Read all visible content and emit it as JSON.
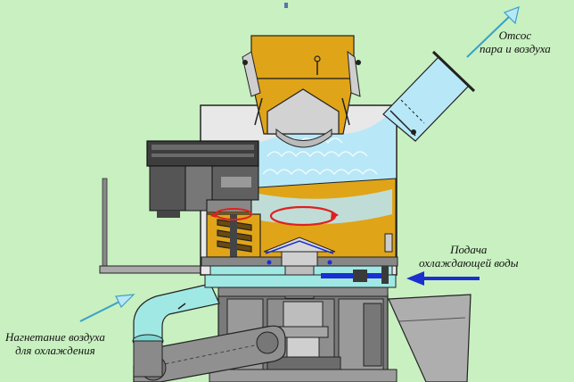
{
  "labels": {
    "exhaust_line1": "Отсос",
    "exhaust_line2": "пара и воздуха",
    "water_line1": "Подача",
    "water_line2": "охлаждающей воды",
    "air_line1": "Нагнетание воздуха",
    "air_line2": "для охлаждения"
  },
  "colors": {
    "background": "#c8f0c0",
    "hopper": "#e0a418",
    "steam": "#b8e8f8",
    "cooling_air": "#a0e8e4",
    "water_arrow": "#1a2fd0",
    "rotation_arrow": "#e02020",
    "machine_gray": "#8c8c8c"
  },
  "icons": {
    "exhaust_arrow": "arrow-up-right-icon",
    "water_arrow": "arrow-left-icon",
    "air_arrow": "arrow-up-right-icon"
  }
}
